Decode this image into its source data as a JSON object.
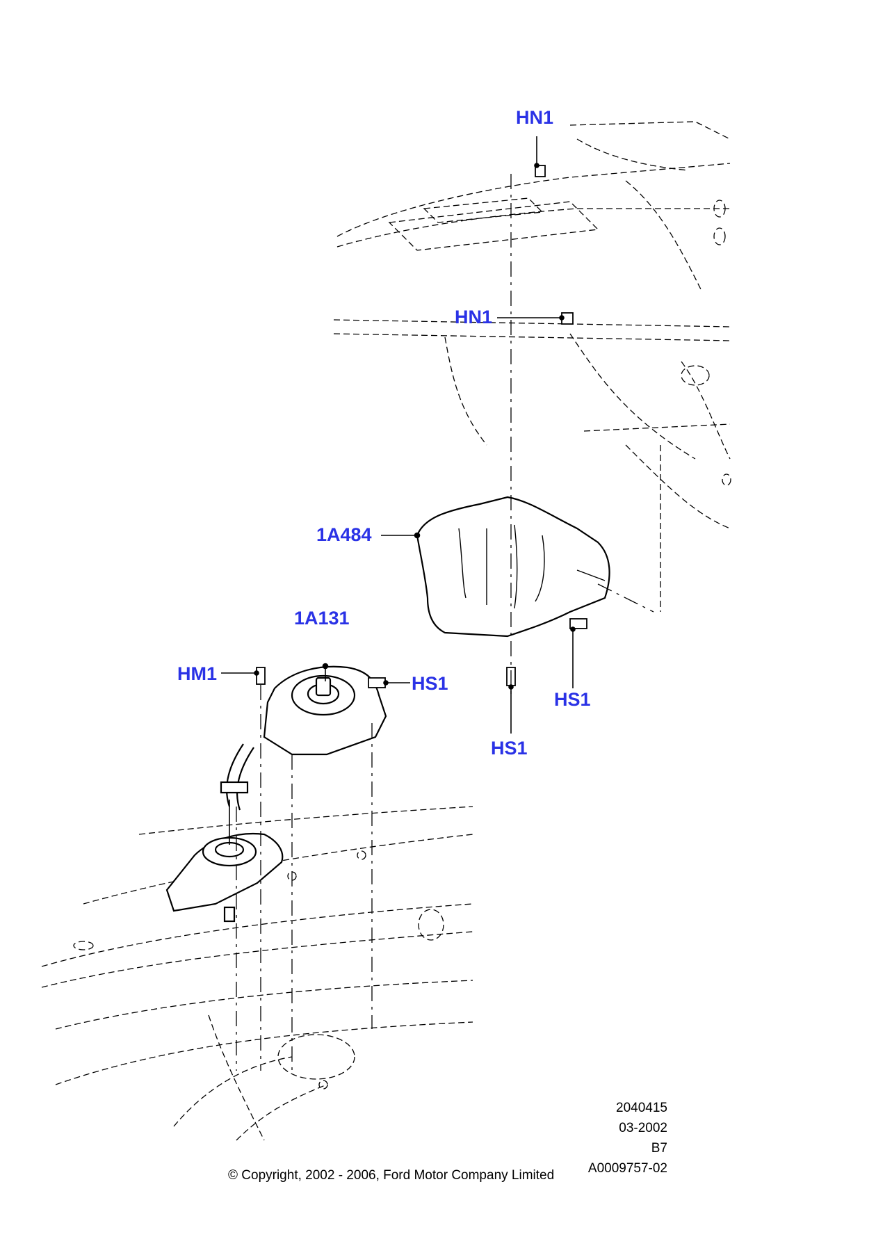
{
  "callouts": {
    "hn1_top": "HN1",
    "hn1_mid": "HN1",
    "part_1a484": "1A484",
    "part_1a131": "1A131",
    "hm1": "HM1",
    "hs1_left": "HS1",
    "hs1_right": "HS1",
    "hs1_bottom": "HS1"
  },
  "colors": {
    "callout": "#2a32e6",
    "line": "#000000"
  },
  "meta": {
    "drawing_number": "2040415",
    "date": "03-2002",
    "code": "B7",
    "ref": "A0009757-02"
  },
  "copyright": "© Copyright, 2002 - 2006, Ford Motor Company Limited"
}
